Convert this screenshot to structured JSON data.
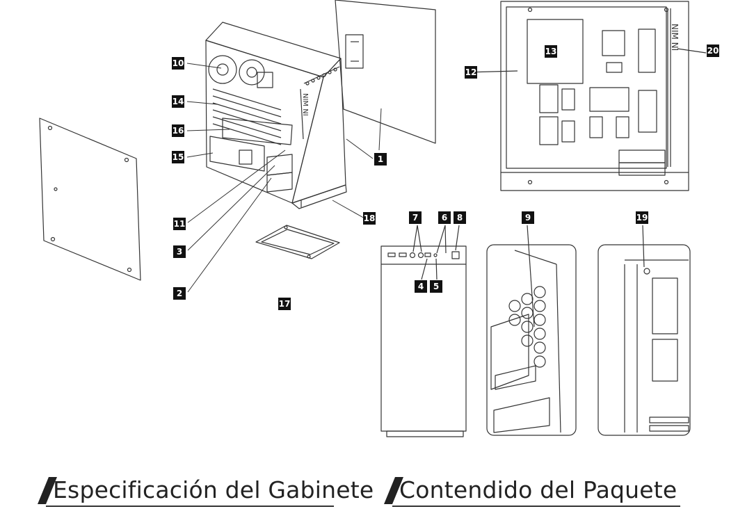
{
  "colors": {
    "line": "#333333",
    "badge": "#111111",
    "badge_text": "#ffffff",
    "heading_accent": "#222222"
  },
  "callouts": {
    "c1": "1",
    "c2": "2",
    "c3": "3",
    "c4": "4",
    "c5": "5",
    "c6": "6",
    "c7": "7",
    "c8": "8",
    "c9": "9",
    "c10": "10",
    "c11": "11",
    "c12": "12",
    "c13": "13",
    "c14": "14",
    "c15": "15",
    "c16": "16",
    "c17": "17",
    "c18": "18",
    "c19": "19",
    "c20": "20"
  },
  "case_branding": "NIM NI",
  "headings": {
    "specification": "Especificación del Gabinete",
    "package": "Contendido del Paquete"
  }
}
